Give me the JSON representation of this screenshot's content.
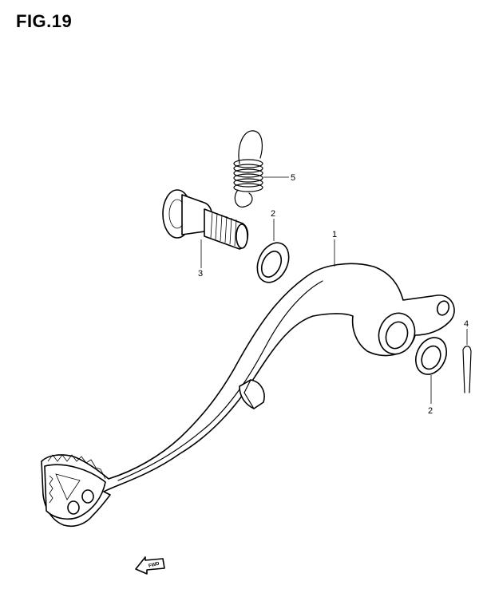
{
  "figure": {
    "title": "FIG.19"
  },
  "callouts": {
    "c1": "1",
    "c2_upper": "2",
    "c2_lower": "2",
    "c3": "3",
    "c4": "4",
    "c5": "5"
  },
  "fwd_label": "FWD"
}
